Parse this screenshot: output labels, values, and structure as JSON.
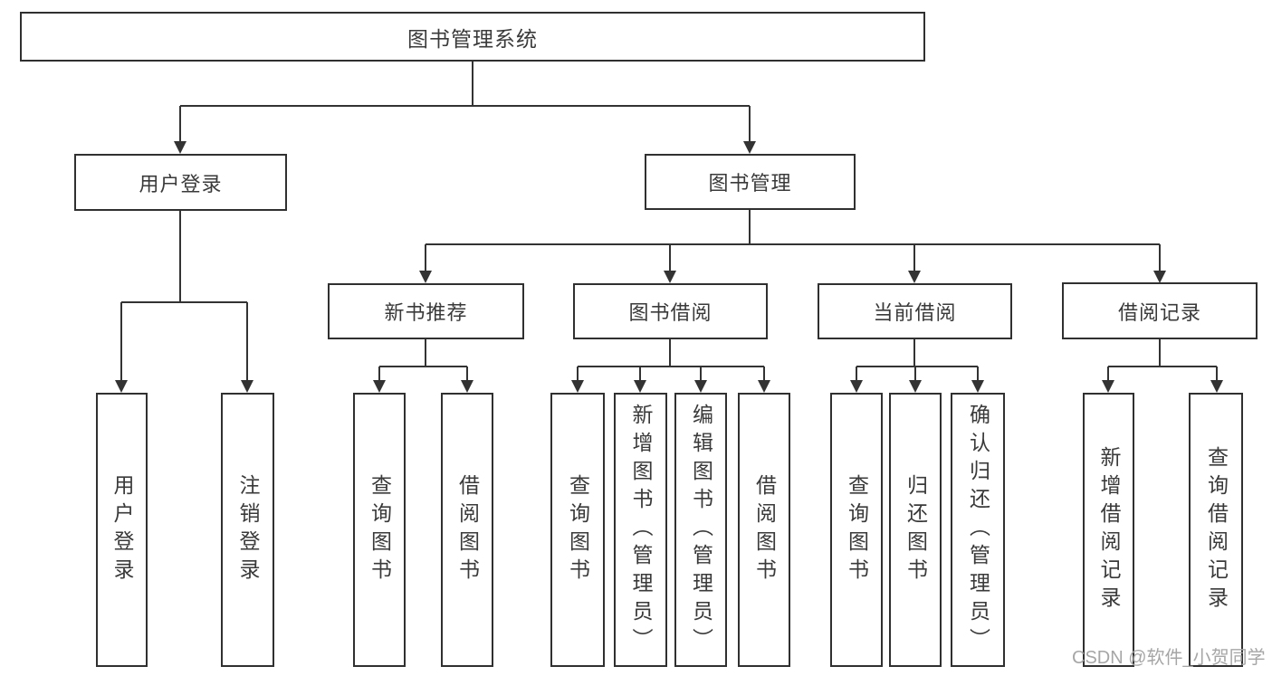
{
  "colors": {
    "border": "#303030",
    "line": "#333333",
    "text": "#3a3a3a",
    "background": "#ffffff",
    "watermark": "#a6a6a6"
  },
  "tree": {
    "label": "图书管理系统",
    "children": [
      {
        "label": "用户登录",
        "children": [
          {
            "label": "用户登录"
          },
          {
            "label": "注销登录"
          }
        ]
      },
      {
        "label": "图书管理",
        "children": [
          {
            "label": "新书推荐",
            "children": [
              {
                "label": "查询图书"
              },
              {
                "label": "借阅图书"
              }
            ]
          },
          {
            "label": "图书借阅",
            "children": [
              {
                "label": "查询图书"
              },
              {
                "label": "新增图书（管理员）"
              },
              {
                "label": "编辑图书（管理员）"
              },
              {
                "label": "借阅图书"
              }
            ]
          },
          {
            "label": "当前借阅",
            "children": [
              {
                "label": "查询图书"
              },
              {
                "label": "归还图书"
              },
              {
                "label": "确认归还（管理员）"
              }
            ]
          },
          {
            "label": "借阅记录",
            "children": [
              {
                "label": "新增借阅记录"
              },
              {
                "label": "查询借阅记录"
              }
            ]
          }
        ]
      }
    ]
  },
  "watermark": {
    "text": "CSDN @软件_小贺同学"
  }
}
